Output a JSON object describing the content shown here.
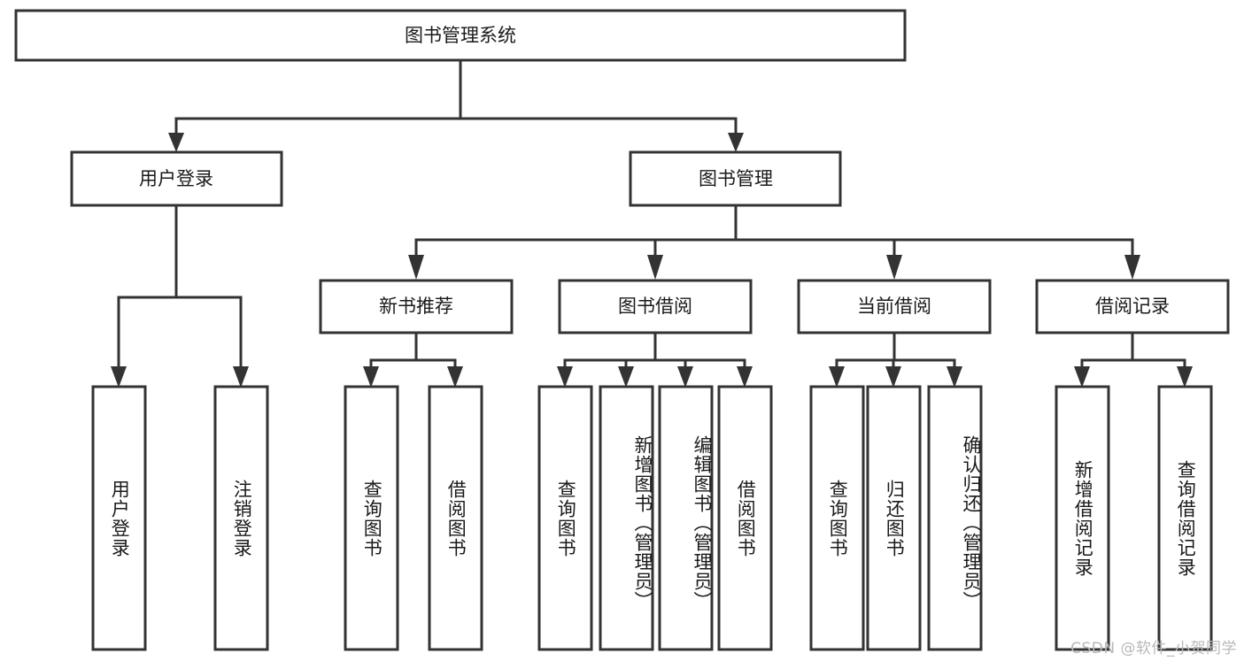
{
  "diagram": {
    "type": "tree-hierarchy",
    "title": "图书管理系统",
    "orientation": "top-down",
    "colors": {
      "box_stroke": "#333333",
      "box_fill": "#ffffff",
      "text": "#1a1a1a",
      "background": "#ffffff",
      "watermark": "#b8b8b8"
    },
    "nodes": {
      "root": {
        "label": "图书管理系统"
      },
      "level2": [
        {
          "label": "用户登录"
        },
        {
          "label": "图书管理"
        }
      ],
      "level3": [
        {
          "label": "新书推荐"
        },
        {
          "label": "图书借阅"
        },
        {
          "label": "当前借阅"
        },
        {
          "label": "借阅记录"
        }
      ],
      "leaves_user_login": [
        {
          "label": "用户登录"
        },
        {
          "label": "注销登录"
        }
      ],
      "leaves_new_book": [
        {
          "label": "查询图书"
        },
        {
          "label": "借阅图书"
        }
      ],
      "leaves_borrow": [
        {
          "label": "查询图书"
        },
        {
          "label": "新增图书（管理员）"
        },
        {
          "label": "编辑图书（管理员）"
        },
        {
          "label": "借阅图书"
        }
      ],
      "leaves_current": [
        {
          "label": "查询图书"
        },
        {
          "label": "归还图书"
        },
        {
          "label": "确认归还（管理员）"
        }
      ],
      "leaves_records": [
        {
          "label": "新增借阅记录"
        },
        {
          "label": "查询借阅记录"
        }
      ]
    },
    "watermark": "CSDN @软件_小贺同学"
  }
}
